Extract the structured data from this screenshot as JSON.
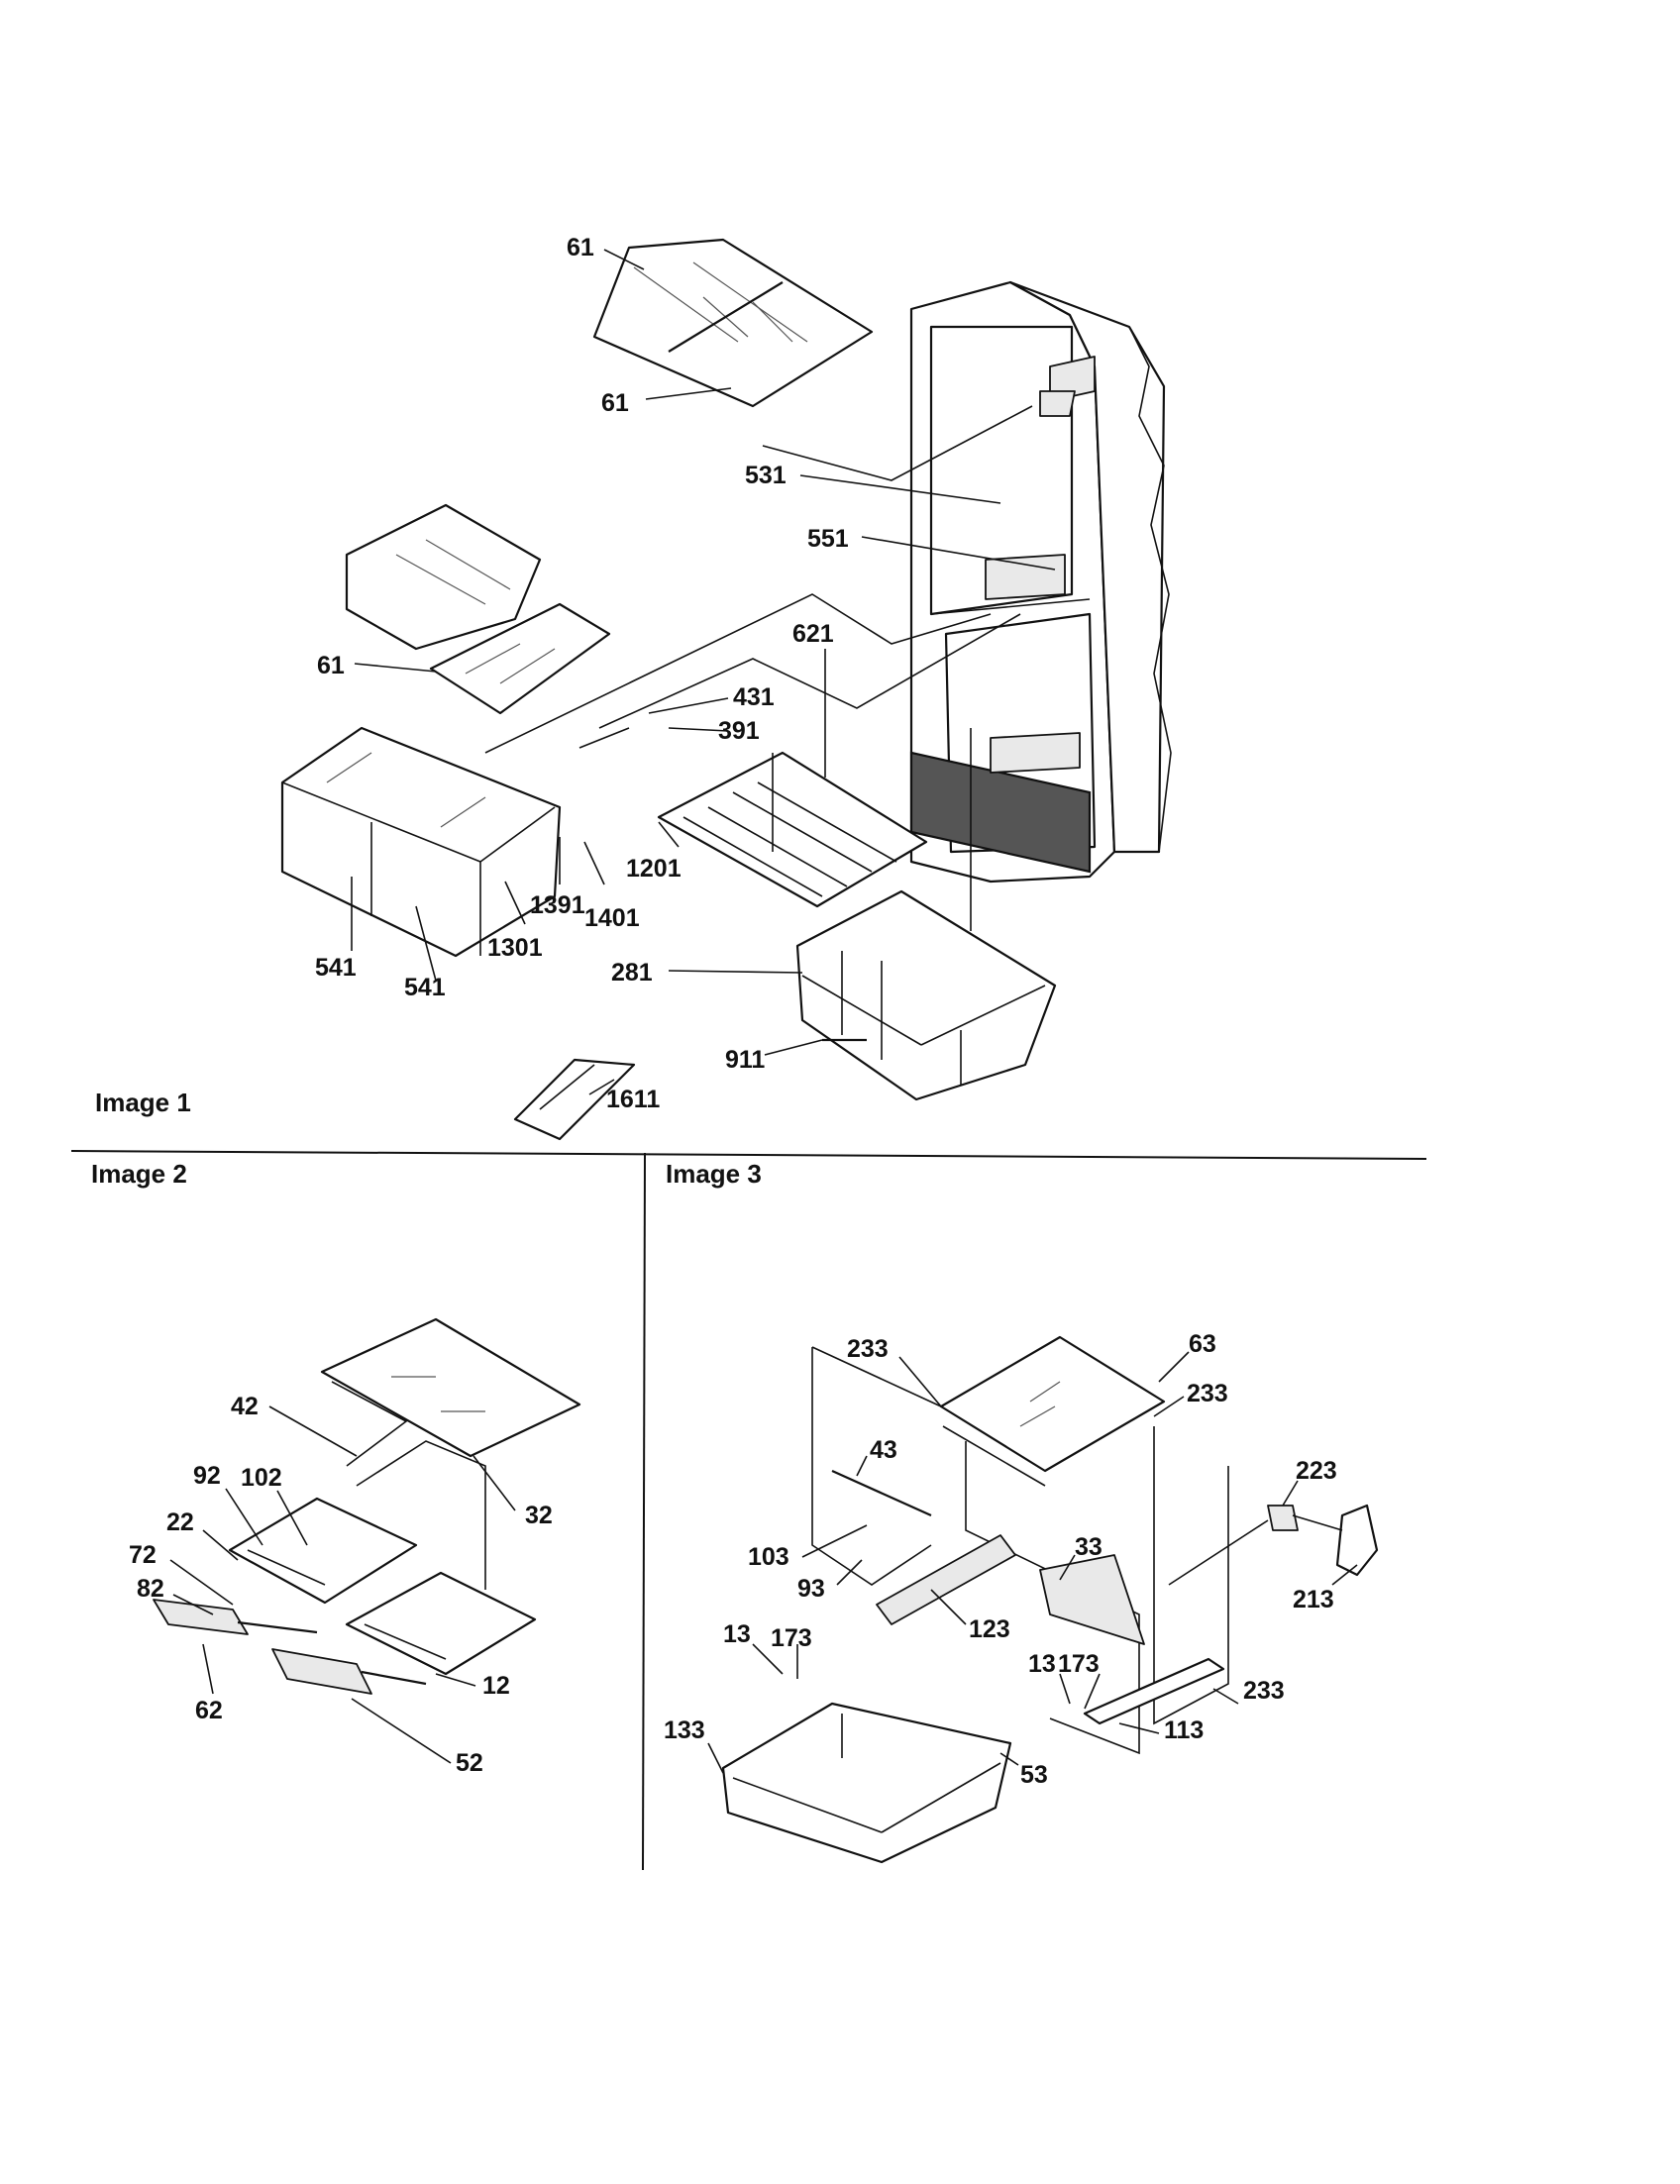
{
  "panels": [
    {
      "id": "image1",
      "title": "Image 1"
    },
    {
      "id": "image2",
      "title": "Image 2"
    },
    {
      "id": "image3",
      "title": "Image 3"
    }
  ],
  "callouts": {
    "image1": [
      "61",
      "61",
      "531",
      "551",
      "61",
      "621",
      "431",
      "391",
      "1201",
      "1391",
      "1401",
      "1301",
      "541",
      "541",
      "281",
      "911",
      "1611"
    ],
    "image2": [
      "42",
      "32",
      "92",
      "102",
      "22",
      "72",
      "82",
      "62",
      "12",
      "52"
    ],
    "image3": [
      "233",
      "63",
      "233",
      "223",
      "43",
      "103",
      "93",
      "33",
      "213",
      "123",
      "13",
      "173",
      "13",
      "173",
      "233",
      "133",
      "53",
      "113"
    ]
  }
}
